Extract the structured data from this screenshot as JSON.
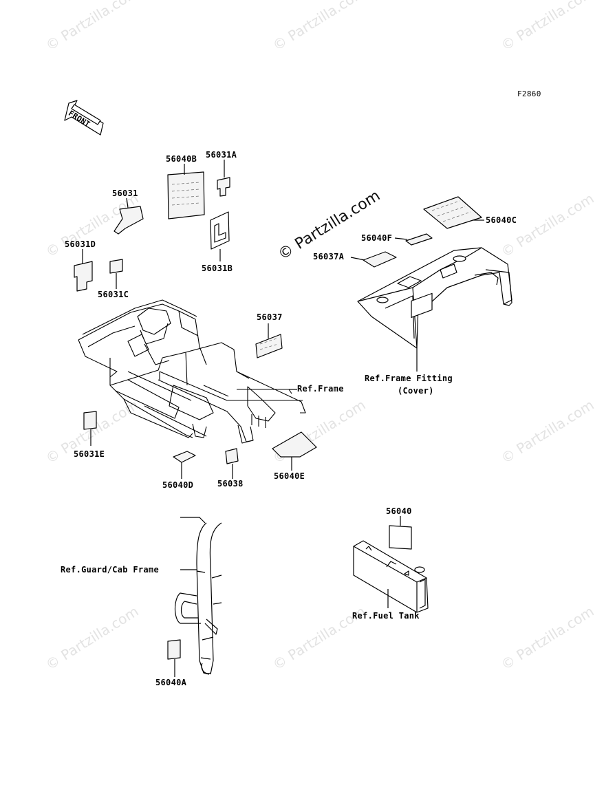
{
  "figure_code": "F2860",
  "front_label": "FRONT",
  "watermark": "© Partzilla.com",
  "center_watermark": "© Partzilla.com",
  "parts": {
    "p56040B": "56040B",
    "p56031A": "56031A",
    "p56031": "56031",
    "p56031D": "56031D",
    "p56031C": "56031C",
    "p56031B": "56031B",
    "p56040C": "56040C",
    "p56040F": "56040F",
    "p56037A": "56037A",
    "p56037": "56037",
    "p56031E": "56031E",
    "p56040D": "56040D",
    "p56038": "56038",
    "p56040E": "56040E",
    "p56040": "56040",
    "p56040A": "56040A"
  },
  "refs": {
    "frame": "Ref.Frame",
    "frame_fitting": "Ref.Frame Fitting",
    "frame_fitting_sub": "(Cover)",
    "guard": "Ref.Guard/Cab Frame",
    "fuel_tank": "Ref.Fuel Tank"
  }
}
